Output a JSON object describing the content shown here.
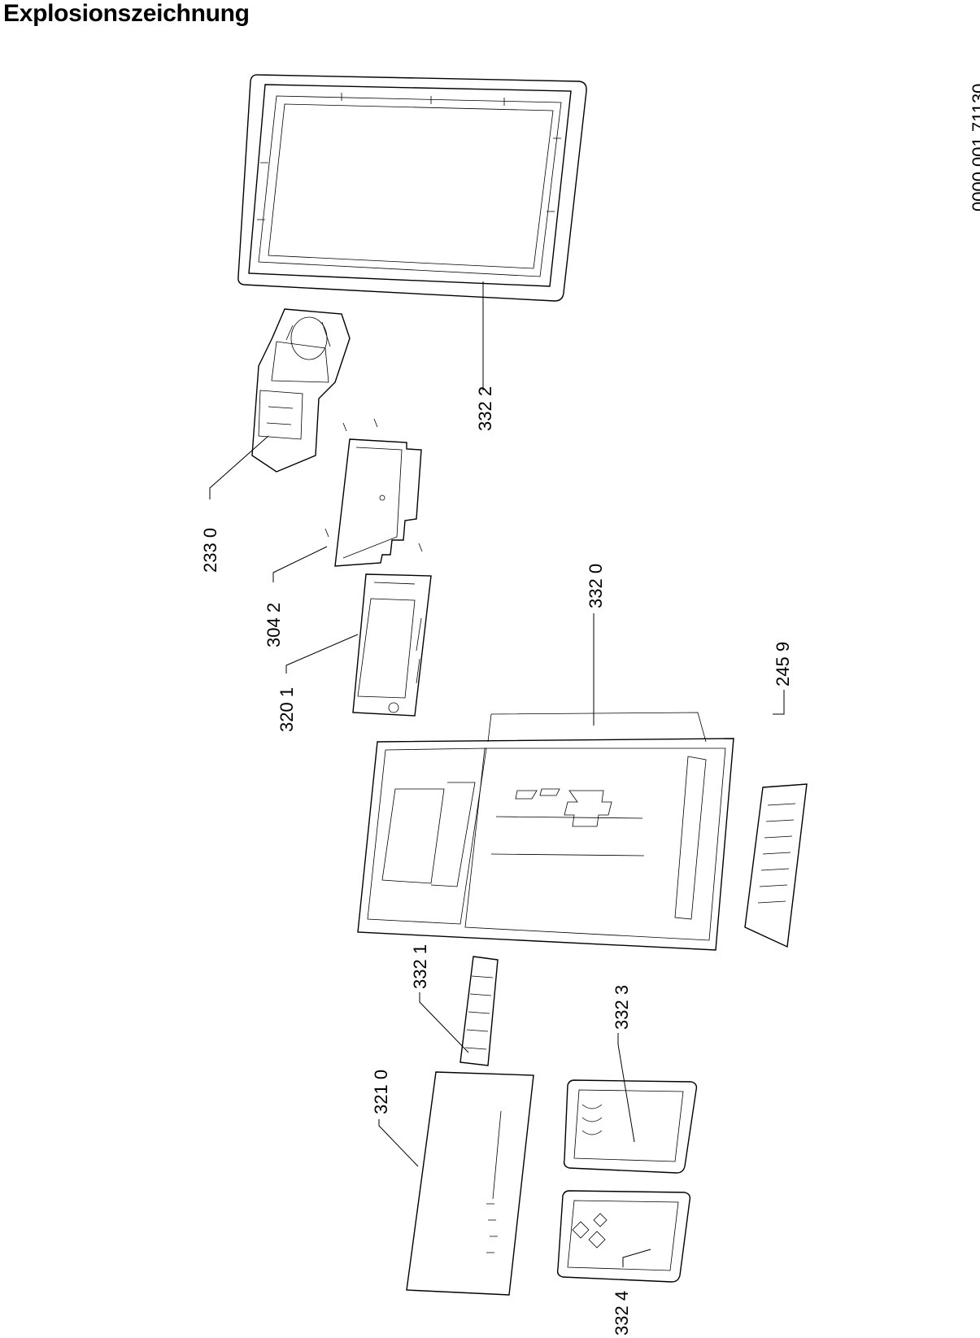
{
  "title": "Explosionszeichnung",
  "document_number": "0000 001 71130",
  "parts": [
    {
      "label": "332 2"
    },
    {
      "label": "233 0"
    },
    {
      "label": "304 2"
    },
    {
      "label": "320 1"
    },
    {
      "label": "332 0"
    },
    {
      "label": "245 9"
    },
    {
      "label": "332 1"
    },
    {
      "label": "321 0"
    },
    {
      "label": "332 3"
    },
    {
      "label": "332 4"
    }
  ]
}
